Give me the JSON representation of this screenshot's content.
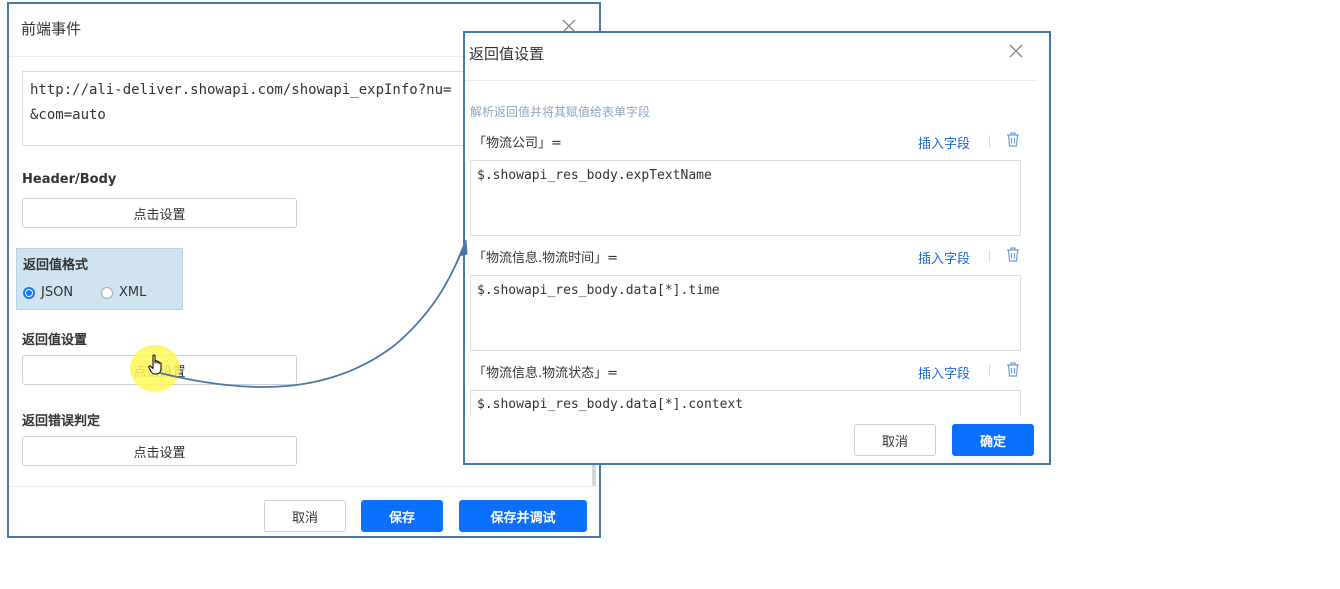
{
  "main_dialog": {
    "title": "前端事件",
    "url_text": "http://ali-deliver.showapi.com/showapi_expInfo?nu=\n&com=auto",
    "header_body_label": "Header/Body",
    "header_body_button": "点击设置",
    "format_label": "返回值格式",
    "format_options": [
      "JSON",
      "XML"
    ],
    "format_selected": "JSON",
    "return_settings_label": "返回值设置",
    "return_settings_button": "点击设置",
    "error_label": "返回错误判定",
    "error_button": "点击设置",
    "footer": {
      "cancel": "取消",
      "save": "保存",
      "save_debug": "保存并调试"
    }
  },
  "return_dialog": {
    "title": "返回值设置",
    "hint": "解析返回值并将其赋值给表单字段",
    "insert_label": "插入字段",
    "fields": [
      {
        "label": "「物流公司」=",
        "expression": "$.showapi_res_body.expTextName"
      },
      {
        "label": "「物流信息.物流时间」=",
        "expression": "$.showapi_res_body.data[*].time"
      },
      {
        "label": "「物流信息.物流状态」=",
        "expression": "$.showapi_res_body.data[*].context"
      }
    ],
    "footer": {
      "cancel": "取消",
      "ok": "确定"
    }
  },
  "colors": {
    "primary": "#0b6fff",
    "dialog_border": "#4a78a6",
    "highlight": "#cfe3f1",
    "link": "#1668dc"
  },
  "icons": [
    "close-icon",
    "trash-icon",
    "hand-cursor-icon",
    "arrow-connector"
  ]
}
